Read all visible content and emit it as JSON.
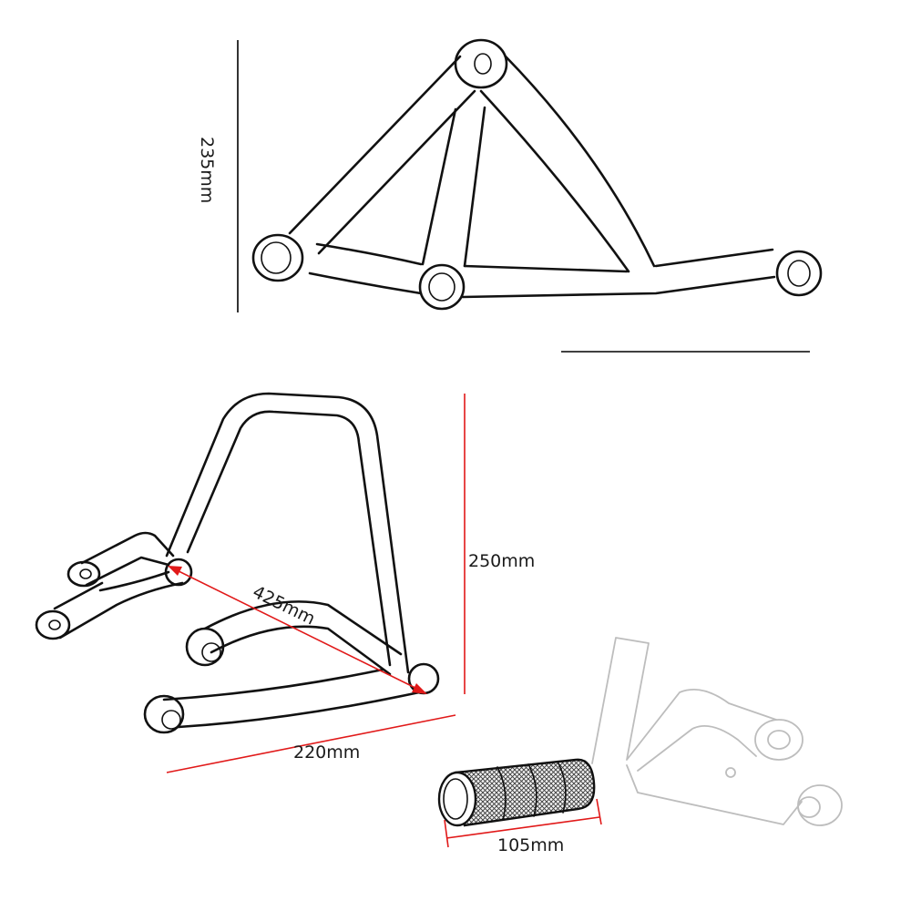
{
  "dimensions": {
    "top_height": "235mm",
    "stand_height": "250mm",
    "stand_diagonal": "425mm",
    "stand_width": "220mm",
    "peg_length": "105mm"
  },
  "colors": {
    "ink": "#111111",
    "dimension_red": "#e11919",
    "dimension_black": "#000000",
    "ghost_outline": "#bdbdbd"
  },
  "figures": [
    "side-view-frame",
    "stand-perspective-view",
    "foot-peg-detail"
  ]
}
